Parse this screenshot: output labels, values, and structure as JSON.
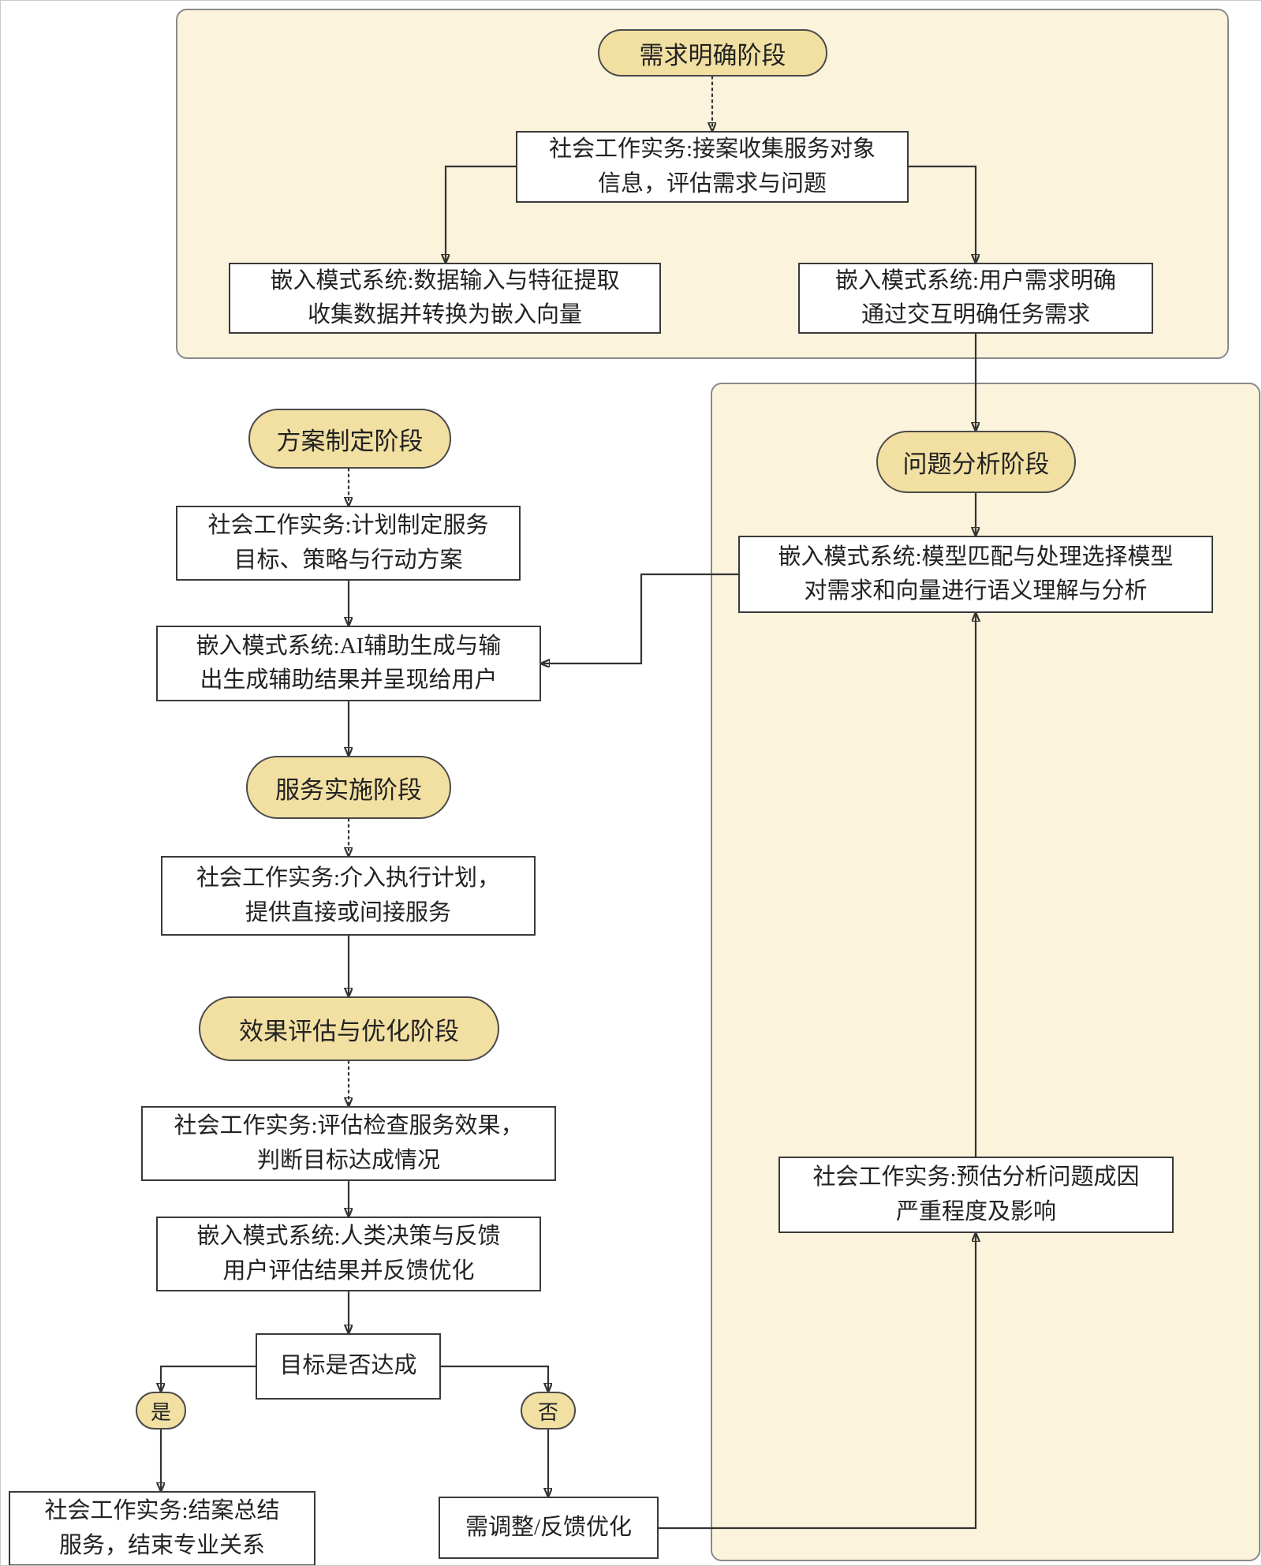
{
  "colors": {
    "container_fill": "#FBF3DB",
    "container_border": "#8A8A8A",
    "pill_fill": "#F2E0A2",
    "pill_border": "#4A4A4A",
    "box_fill": "#FFFFFF",
    "box_border": "#3A3A3A",
    "connector": "#333333",
    "text": "#222222"
  },
  "stages": {
    "requirement": {
      "label": "需求明确阶段"
    },
    "planning": {
      "label": "方案制定阶段"
    },
    "analysis": {
      "label": "问题分析阶段"
    },
    "implementation": {
      "label": "服务实施阶段"
    },
    "evaluation": {
      "label": "效果评估与优化阶段"
    }
  },
  "nodes": {
    "intake": {
      "label": "社会工作实务:接案收集服务对象\n信息，评估需求与问题"
    },
    "data_input": {
      "label": "嵌入模式系统:数据输入与特征提取\n收集数据并转换为嵌入向量"
    },
    "user_need": {
      "label": "嵌入模式系统:用户需求明确\n通过交互明确任务需求"
    },
    "model_match": {
      "label": "嵌入模式系统:模型匹配与处理选择模型\n对需求和向量进行语义理解与分析"
    },
    "plan": {
      "label": "社会工作实务:计划制定服务\n目标、策略与行动方案"
    },
    "ai_output": {
      "label": "嵌入模式系统:AI辅助生成与输\n出生成辅助结果并呈现给用户"
    },
    "intervene": {
      "label": "社会工作实务:介入执行计划，\n提供直接或间接服务"
    },
    "assess": {
      "label": "社会工作实务:评估检查服务效果，\n判断目标达成情况"
    },
    "human_feedback": {
      "label": "嵌入模式系统:人类决策与反馈\n用户评估结果并反馈优化"
    },
    "goal_check": {
      "label": "目标是否达成"
    },
    "yes": {
      "label": "是"
    },
    "no": {
      "label": "否"
    },
    "closing": {
      "label": "社会工作实务:结案总结\n服务，结束专业关系"
    },
    "adjust": {
      "label": "需调整/反馈优化"
    },
    "preassess": {
      "label": "社会工作实务:预估分析问题成因\n严重程度及影响"
    }
  }
}
